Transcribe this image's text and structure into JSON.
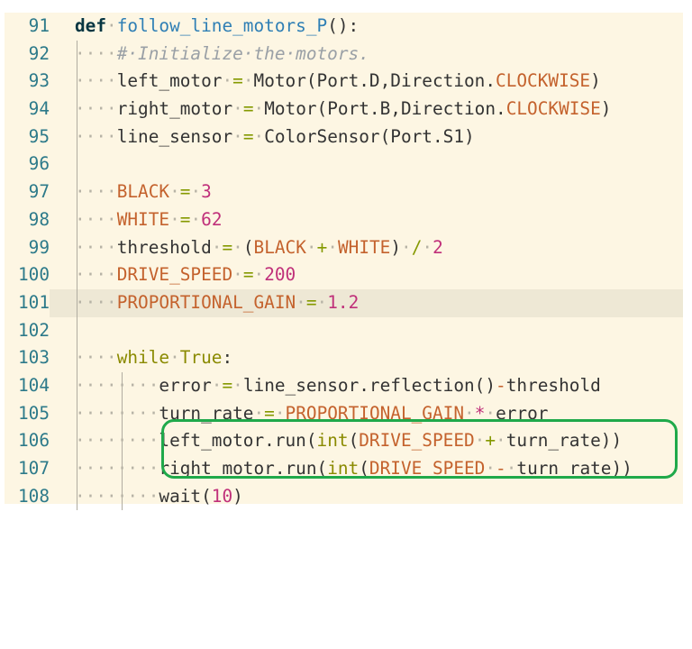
{
  "editor": {
    "language": "python",
    "highlighted_line": 101,
    "annotation": {
      "type": "rounded-rectangle",
      "color": "#1fa94a",
      "lines": [
        106,
        107
      ]
    },
    "colors": {
      "background": "#fdf6e3",
      "current_line": "#eee8d5",
      "line_number": "#2d7a8a",
      "keyword": "#073642",
      "function_name": "#2f7fb5",
      "comment": "#9aa0a6",
      "constant": "#c4622d",
      "number": "#c0307a",
      "operator": "#859900",
      "whitespace_marker": "#b7b3a6"
    },
    "lines": [
      {
        "number": "91",
        "text": "def follow_line_motors_P():"
      },
      {
        "number": "92",
        "text": "    # Initialize the motors."
      },
      {
        "number": "93",
        "text": "    left_motor = Motor(Port.D,Direction.CLOCKWISE)"
      },
      {
        "number": "94",
        "text": "    right_motor = Motor(Port.B,Direction.CLOCKWISE)"
      },
      {
        "number": "95",
        "text": "    line_sensor = ColorSensor(Port.S1)"
      },
      {
        "number": "96",
        "text": ""
      },
      {
        "number": "97",
        "text": "    BLACK = 3"
      },
      {
        "number": "98",
        "text": "    WHITE = 62"
      },
      {
        "number": "99",
        "text": "    threshold = (BLACK + WHITE) / 2"
      },
      {
        "number": "100",
        "text": "    DRIVE_SPEED = 200"
      },
      {
        "number": "101",
        "text": "    PROPORTIONAL_GAIN = 1.2"
      },
      {
        "number": "102",
        "text": ""
      },
      {
        "number": "103",
        "text": "    while True:"
      },
      {
        "number": "104",
        "text": "        error = line_sensor.reflection()-threshold"
      },
      {
        "number": "105",
        "text": "        turn_rate = PROPORTIONAL_GAIN * error"
      },
      {
        "number": "106",
        "text": "        left_motor.run(int(DRIVE_SPEED + turn_rate))"
      },
      {
        "number": "107",
        "text": "        right_motor.run(int(DRIVE_SPEED - turn_rate))"
      },
      {
        "number": "108",
        "text": "        wait(10)"
      }
    ],
    "tokens": {
      "l91": {
        "def": "def",
        "name": "follow_line_motors_P",
        "tail": "():"
      },
      "l92": {
        "comment": "#·Initialize·the·motors."
      },
      "l93": {
        "var": "left_motor",
        "eq": "=",
        "call": "Motor(Port.D,Direction.",
        "const": "CLOCKWISE",
        "close": ")"
      },
      "l94": {
        "var": "right_motor",
        "eq": "=",
        "call": "Motor(Port.B,Direction.",
        "const": "CLOCKWISE",
        "close": ")"
      },
      "l95": {
        "var": "line_sensor",
        "eq": "=",
        "call": "ColorSensor(Port.S1)"
      },
      "l97": {
        "const": "BLACK",
        "eq": "=",
        "num": "3"
      },
      "l98": {
        "const": "WHITE",
        "eq": "=",
        "num": "62"
      },
      "l99": {
        "var": "threshold",
        "eq": "=",
        "open": "(",
        "c1": "BLACK",
        "plus": "+",
        "c2": "WHITE",
        "close": ")",
        "div": "/",
        "num": "2"
      },
      "l100": {
        "const": "DRIVE_SPEED",
        "eq": "=",
        "num": "200"
      },
      "l101": {
        "const": "PROPORTIONAL_GAIN",
        "eq": "=",
        "num": "1.2"
      },
      "l103": {
        "kw": "while",
        "val": "True",
        "colon": ":"
      },
      "l104": {
        "var": "error",
        "eq": "=",
        "call": "line_sensor.reflection()",
        "minus": "-",
        "rest": "threshold"
      },
      "l105": {
        "var": "turn_rate",
        "eq": "=",
        "const": "PROPORTIONAL_GAIN",
        "mul": "*",
        "rest": "error"
      },
      "l106": {
        "call": "left_motor.run(",
        "builtin": "int",
        "open": "(",
        "const": "DRIVE_SPEED",
        "op": "+",
        "rest": "turn_rate))"
      },
      "l107": {
        "call": "right_motor.run(",
        "builtin": "int",
        "open": "(",
        "const": "DRIVE_SPEED",
        "op": "-",
        "rest": "turn_rate))"
      },
      "l108": {
        "call": "wait(",
        "num": "10",
        "close": ")"
      }
    }
  }
}
